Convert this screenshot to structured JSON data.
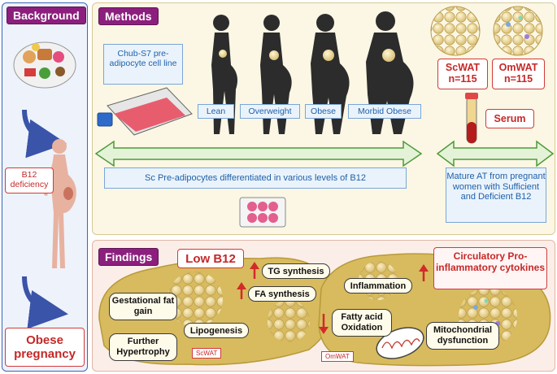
{
  "background": {
    "title": "Background",
    "b12_deficiency": "B12 deficiency",
    "obese_pregnancy": "Obese pregnancy"
  },
  "methods": {
    "title": "Methods",
    "cell_line": "Chub-S7 pre-adipocyte cell line",
    "categories": [
      "Lean",
      "Overweight",
      "Obese",
      "Morbid Obese"
    ],
    "differentiation": "Sc Pre-adipocytes differentiated in various levels of B12",
    "scwat": "ScWAT n=115",
    "omwat": "OmWAT n=115",
    "serum": "Serum",
    "mature_at": "Mature AT from pregnant women with  Sufficient and Deficient B12"
  },
  "findings": {
    "title": "Findings",
    "low_b12": "Low B12",
    "tg_synthesis": "TG synthesis",
    "fa_synthesis": "FA synthesis",
    "gestational_fat_gain": "Gestational fat gain",
    "lipogenesis": "Lipogenesis",
    "further_hypertrophy": "Further Hypertrophy",
    "scwat_tag": "ScWAT",
    "inflammation": "Inflammation",
    "fatty_acid_oxidation": "Fatty acid Oxidation",
    "omwat_tag": "OmWAT",
    "circulatory": "Circulatory Pro-inflammatory cytokines",
    "mitochondrial": "Mitochondrial dysfunction"
  },
  "colors": {
    "accent_purple": "#8c1f7e",
    "highlight_red": "#c62828",
    "method_blue": "#1e60a8",
    "arrow_green": "#4e9a3a",
    "flow_blue": "#3954a8"
  }
}
